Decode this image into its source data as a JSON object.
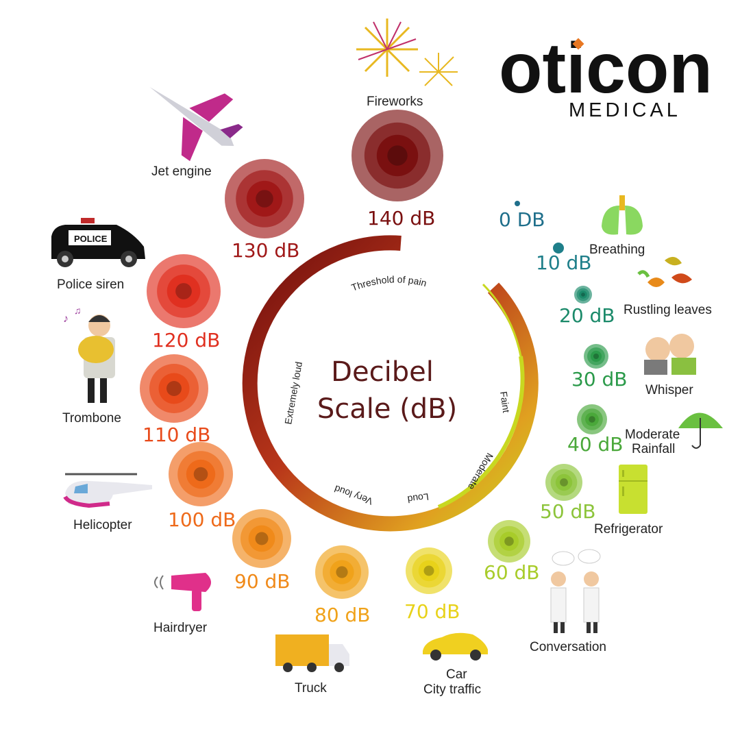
{
  "brand": {
    "name": "oticon",
    "sub": "MEDICAL"
  },
  "title": {
    "line1": "Decibel",
    "line2": "Scale (dB)"
  },
  "arc_labels": {
    "threshold": "Threshold of pain",
    "extremely_loud": "Extremely loud",
    "faint": "Faint",
    "moderate": "Moderate",
    "loud": "Loud",
    "very_loud": "Very loud"
  },
  "levels": [
    {
      "db": "0 DB",
      "source": "Breathing",
      "color": "#1f6f8b"
    },
    {
      "db": "10 dB",
      "source": "Breathing",
      "color": "#1f7f8a"
    },
    {
      "db": "20 dB",
      "source": "Rustling leaves",
      "color": "#1b8a6a"
    },
    {
      "db": "30 dB",
      "source": "Whisper",
      "color": "#2b9a4a"
    },
    {
      "db": "40 dB",
      "source": "Moderate Rainfall",
      "color": "#4aa83a"
    },
    {
      "db": "50 dB",
      "source": "Refrigerator",
      "color": "#8cc43a"
    },
    {
      "db": "60 dB",
      "source": "Conversation",
      "color": "#a8cc2a"
    },
    {
      "db": "70 dB",
      "source": "Car City traffic",
      "color": "#e8d21a"
    },
    {
      "db": "80 dB",
      "source": "Truck",
      "color": "#f0a21a"
    },
    {
      "db": "90 dB",
      "source": "Hairdryer",
      "color": "#f08a1a"
    },
    {
      "db": "100 dB",
      "source": "Helicopter",
      "color": "#ee6a1a"
    },
    {
      "db": "110 dB",
      "source": "Trombone",
      "color": "#e84a1a"
    },
    {
      "db": "120 dB",
      "source": "Police siren",
      "color": "#e03020"
    },
    {
      "db": "130 dB",
      "source": "Jet engine",
      "color": "#a01818"
    },
    {
      "db": "140 dB",
      "source": "Fireworks",
      "color": "#7a1010"
    }
  ],
  "source_labels": {
    "breathing": "Breathing",
    "rustling": "Rustling leaves",
    "whisper": "Whisper",
    "rain1": "Moderate",
    "rain2": "Rainfall",
    "fridge": "Refrigerator",
    "conversation": "Conversation",
    "car1": "Car",
    "car2": "City traffic",
    "truck": "Truck",
    "hairdryer": "Hairdryer",
    "helicopter": "Helicopter",
    "trombone": "Trombone",
    "police": "Police siren",
    "jet": "Jet engine",
    "fireworks": "Fireworks",
    "police_text": "POLICE"
  },
  "colors": {
    "arc_start": "#7a1010",
    "arc_mid": "#e05a1a",
    "arc_end": "#c8d820"
  }
}
